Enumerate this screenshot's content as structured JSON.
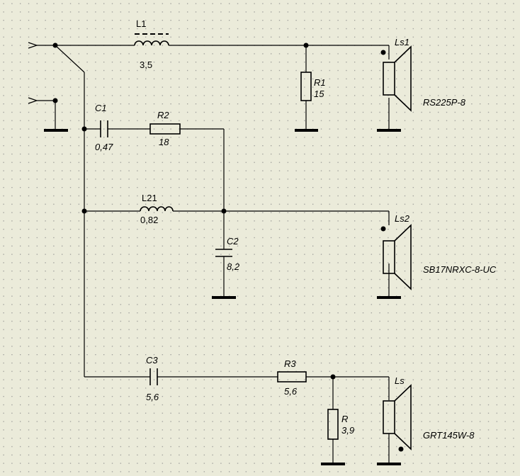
{
  "components": {
    "L1": {
      "ref": "L1",
      "value": "3,5"
    },
    "C1": {
      "ref": "C1",
      "value": "0,47"
    },
    "R2": {
      "ref": "R2",
      "value": "18"
    },
    "R1": {
      "ref": "R1",
      "value": "15"
    },
    "L21": {
      "ref": "L21",
      "value": "0,82"
    },
    "C2": {
      "ref": "C2",
      "value": "8,2"
    },
    "C3": {
      "ref": "C3",
      "value": "5,6"
    },
    "R3": {
      "ref": "R3",
      "value": "5,6"
    },
    "R": {
      "ref": "R",
      "value": "3,9"
    }
  },
  "speakers": {
    "Ls1": {
      "ref": "Ls1",
      "model": "RS225P-8"
    },
    "Ls2": {
      "ref": "Ls2",
      "model": "SB17NRXC-8-UC"
    },
    "Ls": {
      "ref": "Ls",
      "model": "GRT145W-8"
    }
  },
  "colors": {
    "background": "#ebebda",
    "grid": "#8c8c8c",
    "ink": "#000000"
  }
}
